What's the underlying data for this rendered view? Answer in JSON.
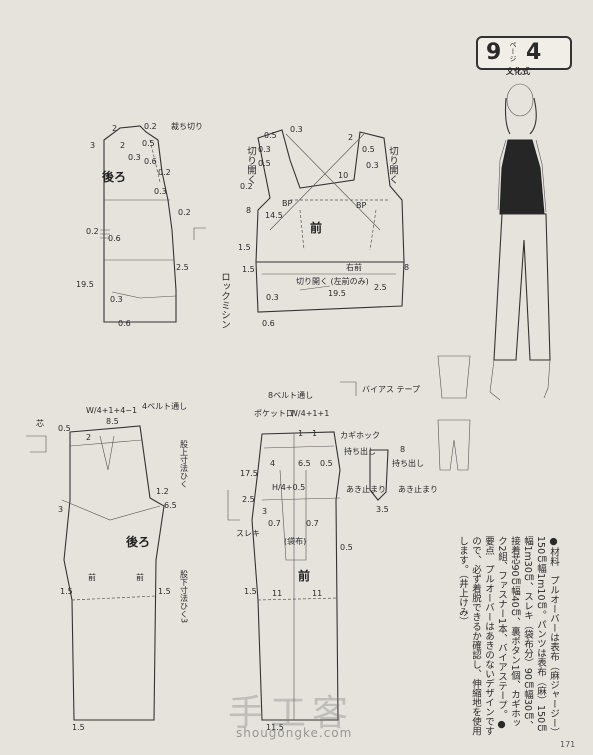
{
  "header": {
    "number_left": "9",
    "page_word": "ページ",
    "number_right": "4",
    "source": "文化式"
  },
  "bodice_back": {
    "cut_label": "裁ち切り",
    "back_label": "後ろ",
    "dims": [
      "2",
      "0.2",
      "0.5",
      "2",
      "3",
      "0.3",
      "0.6",
      "0.2",
      "0.3",
      "0.2",
      "2.5",
      "0.2",
      "0.6",
      "19.5",
      "0.3",
      "0.6"
    ]
  },
  "bodice_front": {
    "open_left": "切り開く",
    "open_right": "切り開く",
    "front": "前",
    "bp_left": "BP",
    "bp_right": "BP",
    "right_front": "右前",
    "lock": "ロックミシン",
    "open_bottom": "切り開く\n(左前のみ)",
    "dims": [
      "0.5",
      "0.3",
      "2",
      "0.5",
      "0.3",
      "0.5",
      "0.3",
      "1.5",
      "0.2",
      "14.5",
      "1.5",
      "8",
      "8",
      "10",
      "0.3",
      "0.6",
      "19.5",
      "2.5"
    ]
  },
  "pants_back": {
    "waist_formula": "W/4+1+4−1",
    "belt": "4ベルト通し",
    "core": "芯",
    "back": "後ろ",
    "crotch_note": "股上寸法ひく",
    "inseam_note": "股下寸法ひく3",
    "front_l": "前",
    "front_r": "前",
    "dims": [
      "0.5",
      "8.5",
      "2",
      "1.2",
      "6.5",
      "3",
      "1.5",
      "1.5",
      "1.5"
    ]
  },
  "pants_front": {
    "belt": "8ベルト通し",
    "pocket": "ポケット口",
    "waist_formula": "W/4+1+1",
    "hip_formula": "H/4+0.5",
    "slit": "スレキ",
    "hook": "カギホック",
    "bias": "バイアス\nテープ",
    "front": "前",
    "bag": "(袋布)",
    "stitch": "持ち出し",
    "open": "あき止まり",
    "open2": "あき止まり",
    "stitch2": "持ち出し",
    "dims": [
      "17.5",
      "1",
      "1",
      "4",
      "6.5",
      "0.5",
      "2.5",
      "3",
      "0.7",
      "0.7",
      "0.5",
      "11",
      "11",
      "1.5",
      "11.5",
      "3.5",
      "8"
    ]
  },
  "notes": {
    "text": "●材料　プルオーバーは表布（麻ジャージー）150㎝幅1m10㎝。パンツは表布（麻）150㎝幅1m30㎝、スレキ（袋布分）90㎝幅30㎝、接着芯90㎝幅40㎝、裏ボタン1個、カギホック2組、ファスナー1本、バイアステープ。●要点　プルオーバーはあきのないデザインですので、必ず着脱できるか確認し、伸縮地を使用します。（井上けみ）"
  },
  "watermark": {
    "text": "手工客",
    "url": "shougongke.com"
  },
  "page_number": "171"
}
